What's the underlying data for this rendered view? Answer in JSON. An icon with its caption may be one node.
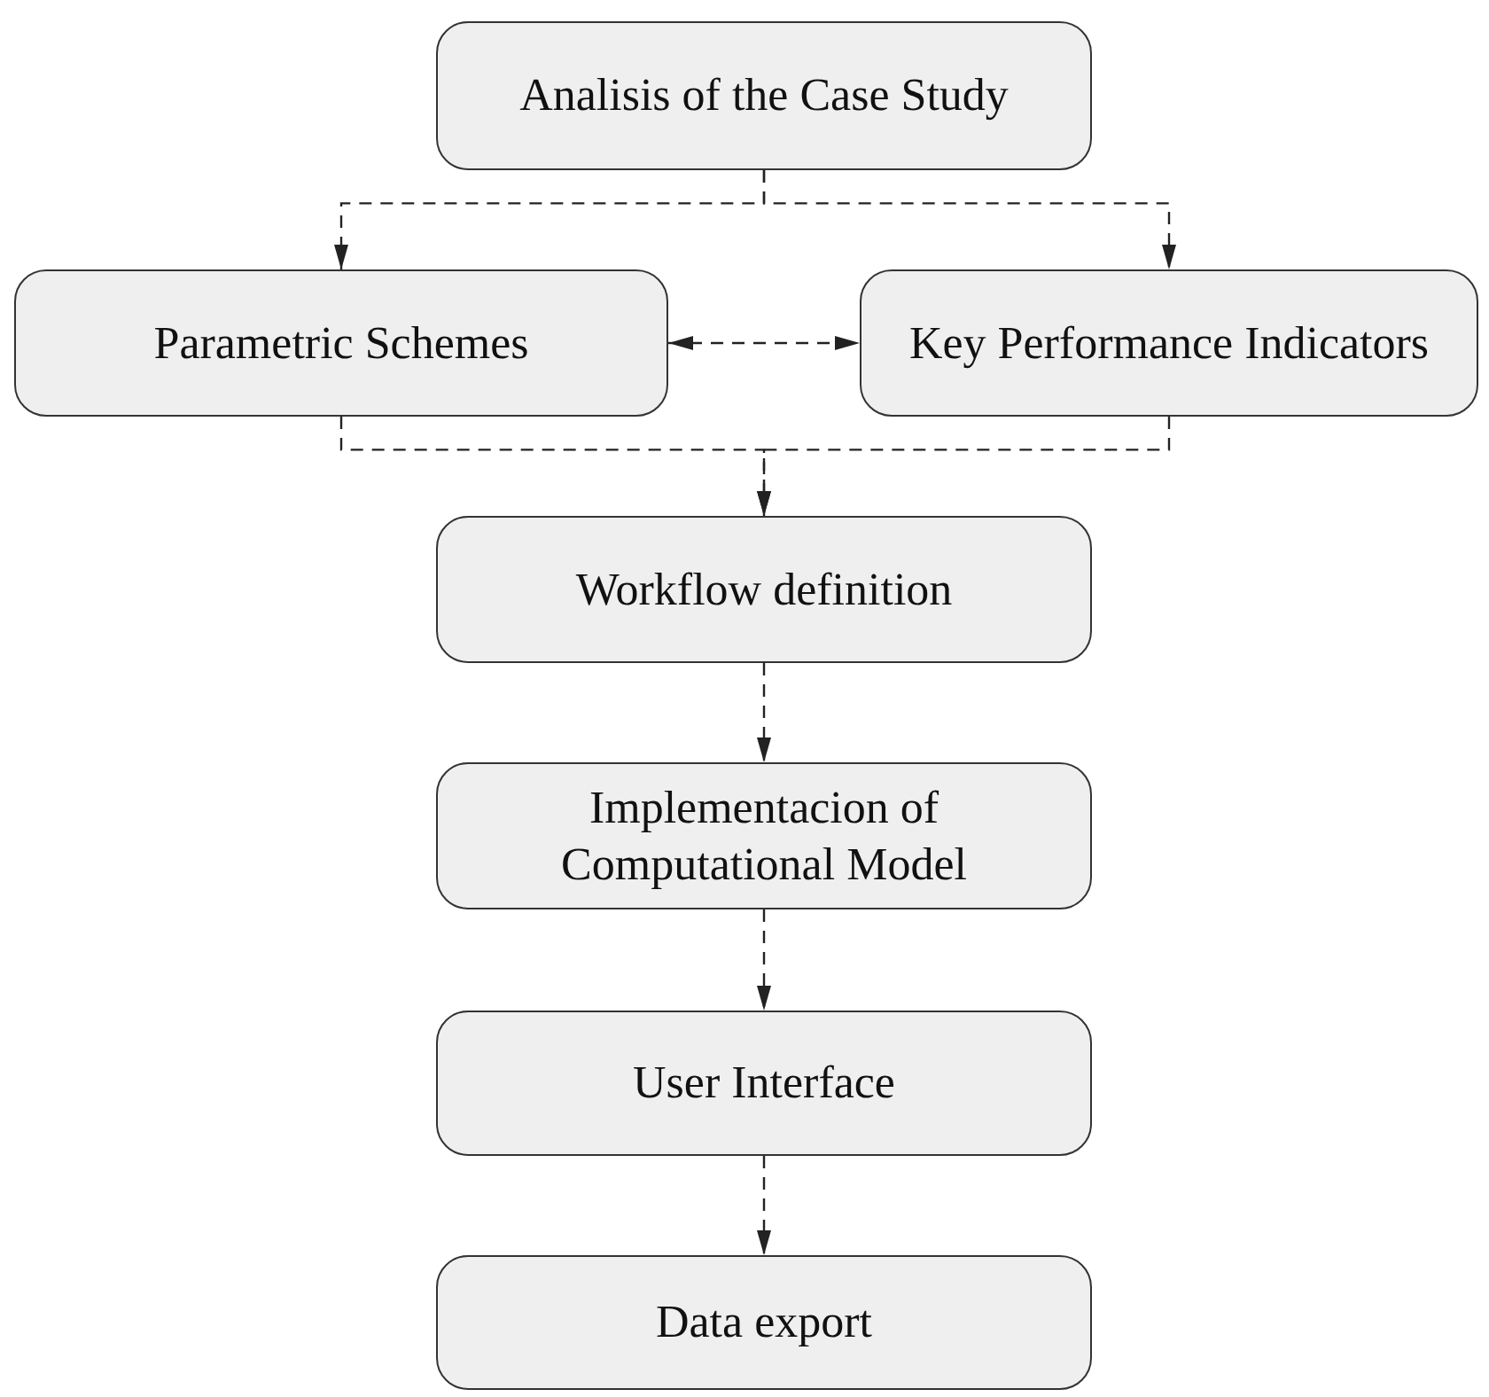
{
  "diagram": {
    "nodes": [
      {
        "text": [
          "Analisis of the Case Study"
        ]
      },
      {
        "text": [
          "Parametric Schemes"
        ]
      },
      {
        "text": [
          "Key Performance Indicators"
        ]
      },
      {
        "text": [
          "Workflow definition"
        ]
      },
      {
        "text": [
          "Implementacion of Computational Model"
        ]
      },
      {
        "text": [
          "User Interface"
        ]
      },
      {
        "text": [
          "Data export"
        ]
      }
    ],
    "edges": [
      {
        "from": 0,
        "to": 1,
        "arrow": "to",
        "style": "dashed"
      },
      {
        "from": 0,
        "to": 2,
        "arrow": "to",
        "style": "dashed"
      },
      {
        "from": 1,
        "to": 2,
        "arrow": "both",
        "style": "dashed"
      },
      {
        "from": 1,
        "to": 3,
        "arrow": "to",
        "style": "dashed"
      },
      {
        "from": 2,
        "to": 3,
        "arrow": "to",
        "style": "dashed"
      },
      {
        "from": 3,
        "to": 4,
        "arrow": "to",
        "style": "dashed"
      },
      {
        "from": 4,
        "to": 5,
        "arrow": "to",
        "style": "dashed"
      },
      {
        "from": 5,
        "to": 6,
        "arrow": "to",
        "style": "dashed"
      }
    ]
  }
}
